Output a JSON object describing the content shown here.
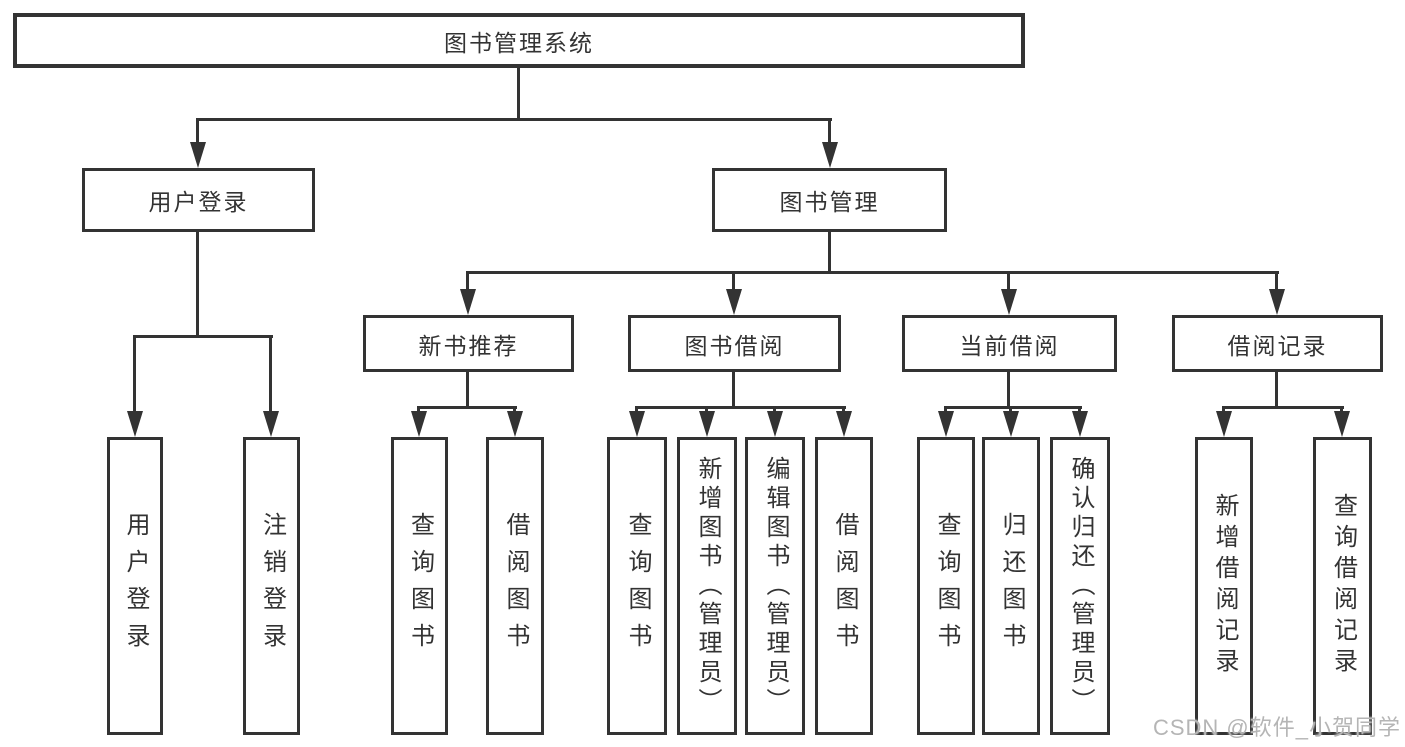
{
  "tree": {
    "root": {
      "label": "图书管理系统"
    },
    "branches": [
      {
        "label": "用户登录",
        "children": [
          {
            "label": "用户登录"
          },
          {
            "label": "注销登录"
          }
        ]
      },
      {
        "label": "图书管理",
        "children": [
          {
            "label": "新书推荐",
            "children": [
              {
                "label": "查询图书"
              },
              {
                "label": "借阅图书"
              }
            ]
          },
          {
            "label": "图书借阅",
            "children": [
              {
                "label": "查询图书"
              },
              {
                "label": "新增图书（管理员）"
              },
              {
                "label": "编辑图书（管理员）"
              },
              {
                "label": "借阅图书"
              }
            ]
          },
          {
            "label": "当前借阅",
            "children": [
              {
                "label": "查询图书"
              },
              {
                "label": "归还图书"
              },
              {
                "label": "确认归还（管理员）"
              }
            ]
          },
          {
            "label": "借阅记录",
            "children": [
              {
                "label": "新增借阅记录"
              },
              {
                "label": "查询借阅记录"
              }
            ]
          }
        ]
      }
    ]
  },
  "watermark": {
    "text": "CSDN @软件_小贺同学",
    "color": "#b5b5b5"
  },
  "colors": {
    "line": "#333333",
    "box_border": "#333333",
    "box_fill": "#ffffff",
    "text": "#333333",
    "background": "#ffffff"
  }
}
